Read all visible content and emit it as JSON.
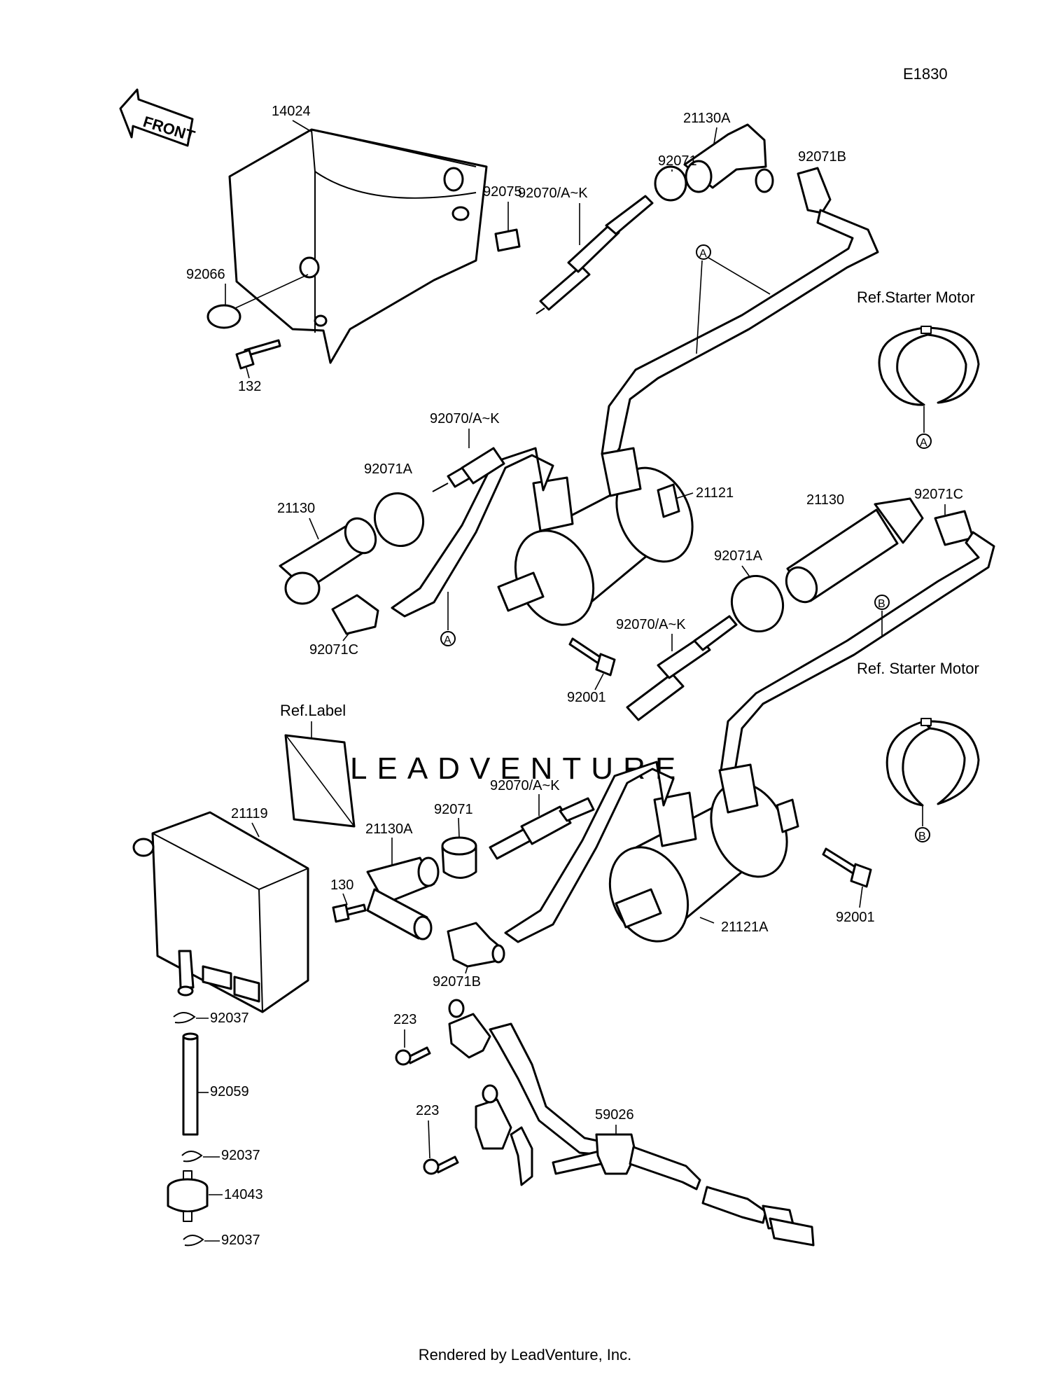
{
  "diagram_id": "E1830",
  "direction_arrow": "FRONT",
  "labels": {
    "cover": "14024",
    "grommet_cover": "92066",
    "bolt_cover": "132",
    "pad": "92075",
    "cap_top": "21130A",
    "seal_top": "92071",
    "seal_top_b": "92071B",
    "plug_top": "92070/A~K",
    "plug_mid_left": "92070/A~K",
    "seal_mid_left_a": "92071A",
    "cap_mid_left": "21130",
    "seal_mid_left_c": "92071C",
    "coil_upper": "21121",
    "cap_mid_right": "21130",
    "seal_mid_right_c": "92071C",
    "seal_mid_right_a": "92071A",
    "plug_mid_right": "92070/A~K",
    "bolt_coil_upper": "92001",
    "ref_label": "Ref.Label",
    "igniter": "21119",
    "plug_low": "92070/A~K",
    "seal_low": "92071",
    "cap_low": "21130A",
    "bolt_igniter": "130",
    "seal_low_b": "92071B",
    "coil_lower": "21121A",
    "bolt_coil_lower": "92001",
    "clamp_1": "92037",
    "hose": "92059",
    "clamp_2": "92037",
    "valve": "14043",
    "clamp_3": "92037",
    "screw_1": "223",
    "screw_2": "223",
    "harness": "59026"
  },
  "references": {
    "starter_a": "Ref.Starter Motor",
    "starter_b": "Ref. Starter Motor"
  },
  "markers": {
    "a": "A",
    "b": "B"
  },
  "watermark": "LEADVENTURE",
  "footer": "Rendered by LeadVenture, Inc."
}
